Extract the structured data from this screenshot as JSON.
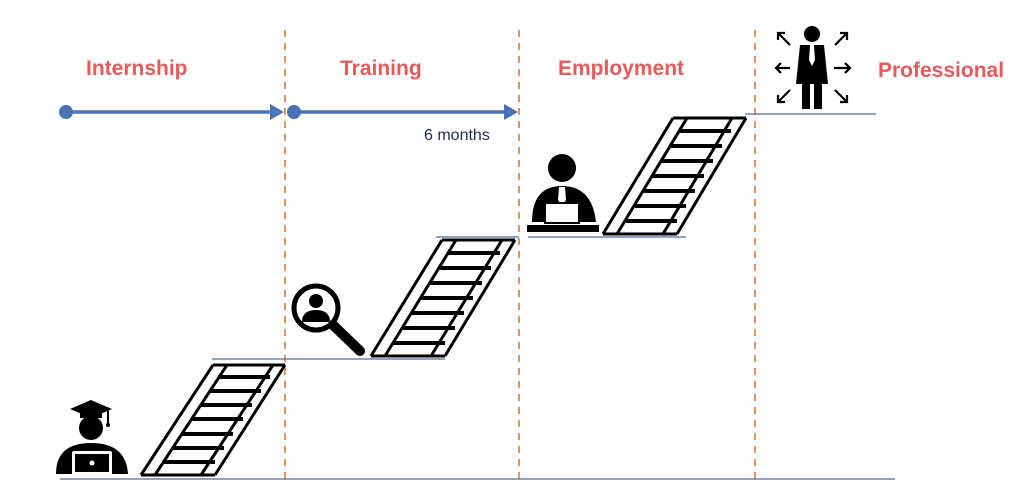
{
  "colors": {
    "label": "#e85a5a",
    "divider": "#e0955e",
    "arrow": "#4a72b8",
    "duration_text": "#1f2a5c",
    "step": "#4f6aa0",
    "icon": "#000000"
  },
  "stages": [
    {
      "label": "Internship",
      "icon": "graduate-laptop-icon"
    },
    {
      "label": "Training",
      "icon": "magnifier-person-icon"
    },
    {
      "label": "Employment",
      "icon": "person-at-desk-icon"
    },
    {
      "label": "Professional",
      "icon": "businessman-arrows-icon"
    }
  ],
  "timeline": {
    "duration_label": "6 months"
  },
  "connectors": [
    "ladder-icon",
    "ladder-icon",
    "ladder-icon"
  ]
}
